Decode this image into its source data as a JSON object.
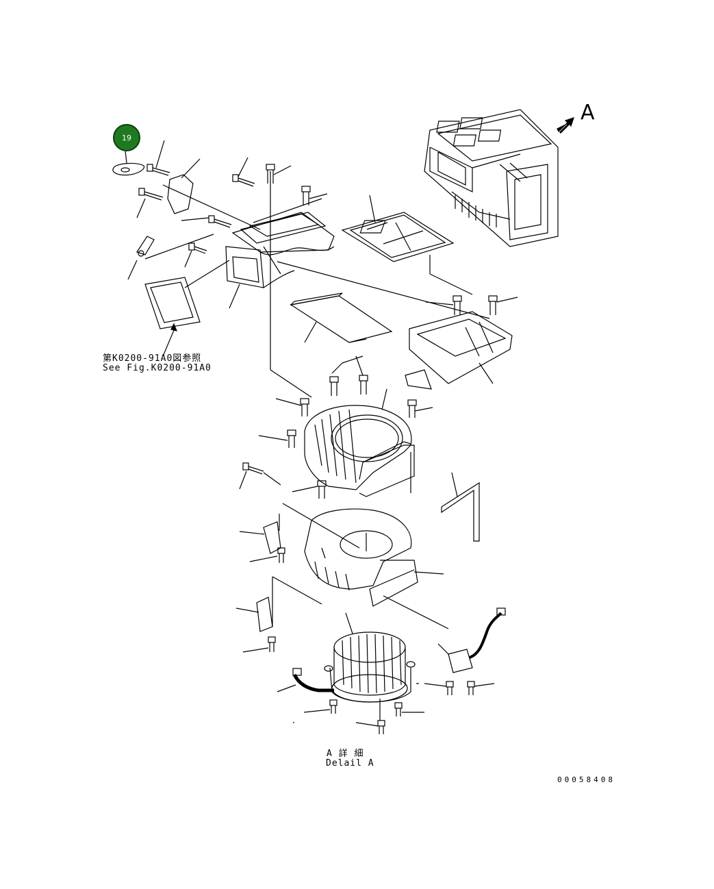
{
  "callout": {
    "number": "19",
    "color": "#1f7a1f"
  },
  "view_marker": {
    "letter": "A"
  },
  "reference_note": {
    "jp": "第K0200-91A0図参照",
    "en": "See Fig.K0200-91A0"
  },
  "detail_caption": {
    "jp": "A 詳 細",
    "en": "Delail A"
  },
  "drawing_number": "00058408"
}
